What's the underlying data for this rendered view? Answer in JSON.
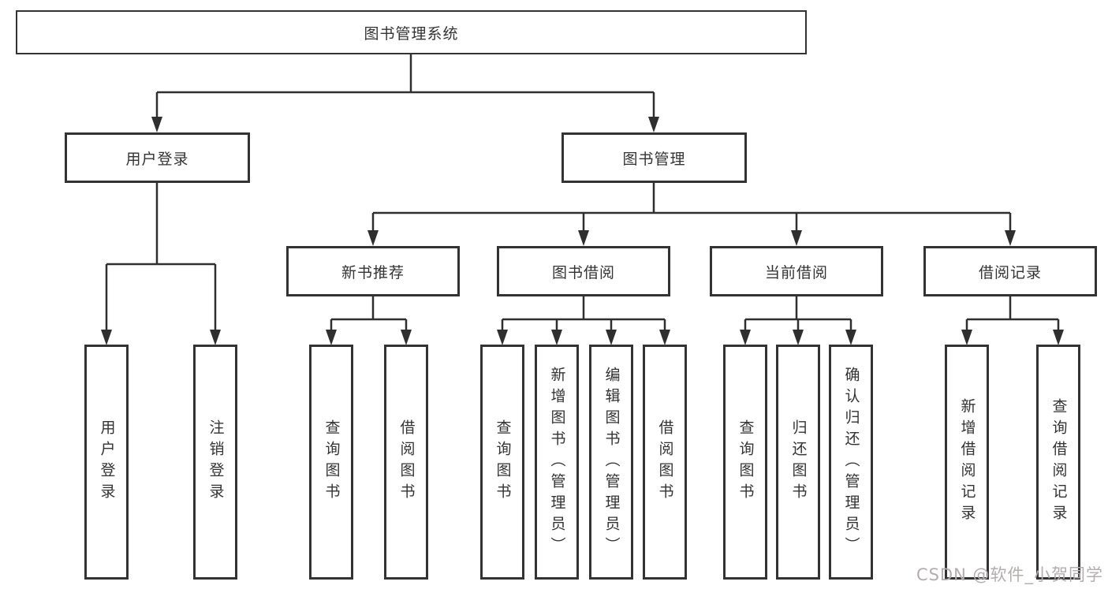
{
  "diagram": {
    "title": "图书管理系统",
    "level2": {
      "user_login": "用户登录",
      "book_mgmt": "图书管理"
    },
    "level3": {
      "new_books": "新书推荐",
      "book_borrow": "图书借阅",
      "current_borrow": "当前借阅",
      "borrow_records": "借阅记录"
    },
    "leaves": {
      "user_login_leaf": "用户登录",
      "logout": "注销登录",
      "nb_query": "查询图书",
      "nb_borrow": "借阅图书",
      "bb_query": "查询图书",
      "bb_add": "新增图书（管理员）",
      "bb_edit": "编辑图书（管理员）",
      "bb_borrow": "借阅图书",
      "cb_query": "查询图书",
      "cb_return": "归还图书",
      "cb_confirm": "确认归还（管理员）",
      "br_add": "新增借阅记录",
      "br_query": "查询借阅记录"
    },
    "watermark": "CSDN @软件_小贺同学",
    "colors": {
      "line": "#2f2f2f",
      "text": "#333333",
      "background": "#ffffff",
      "watermark": "#b3adad"
    }
  }
}
